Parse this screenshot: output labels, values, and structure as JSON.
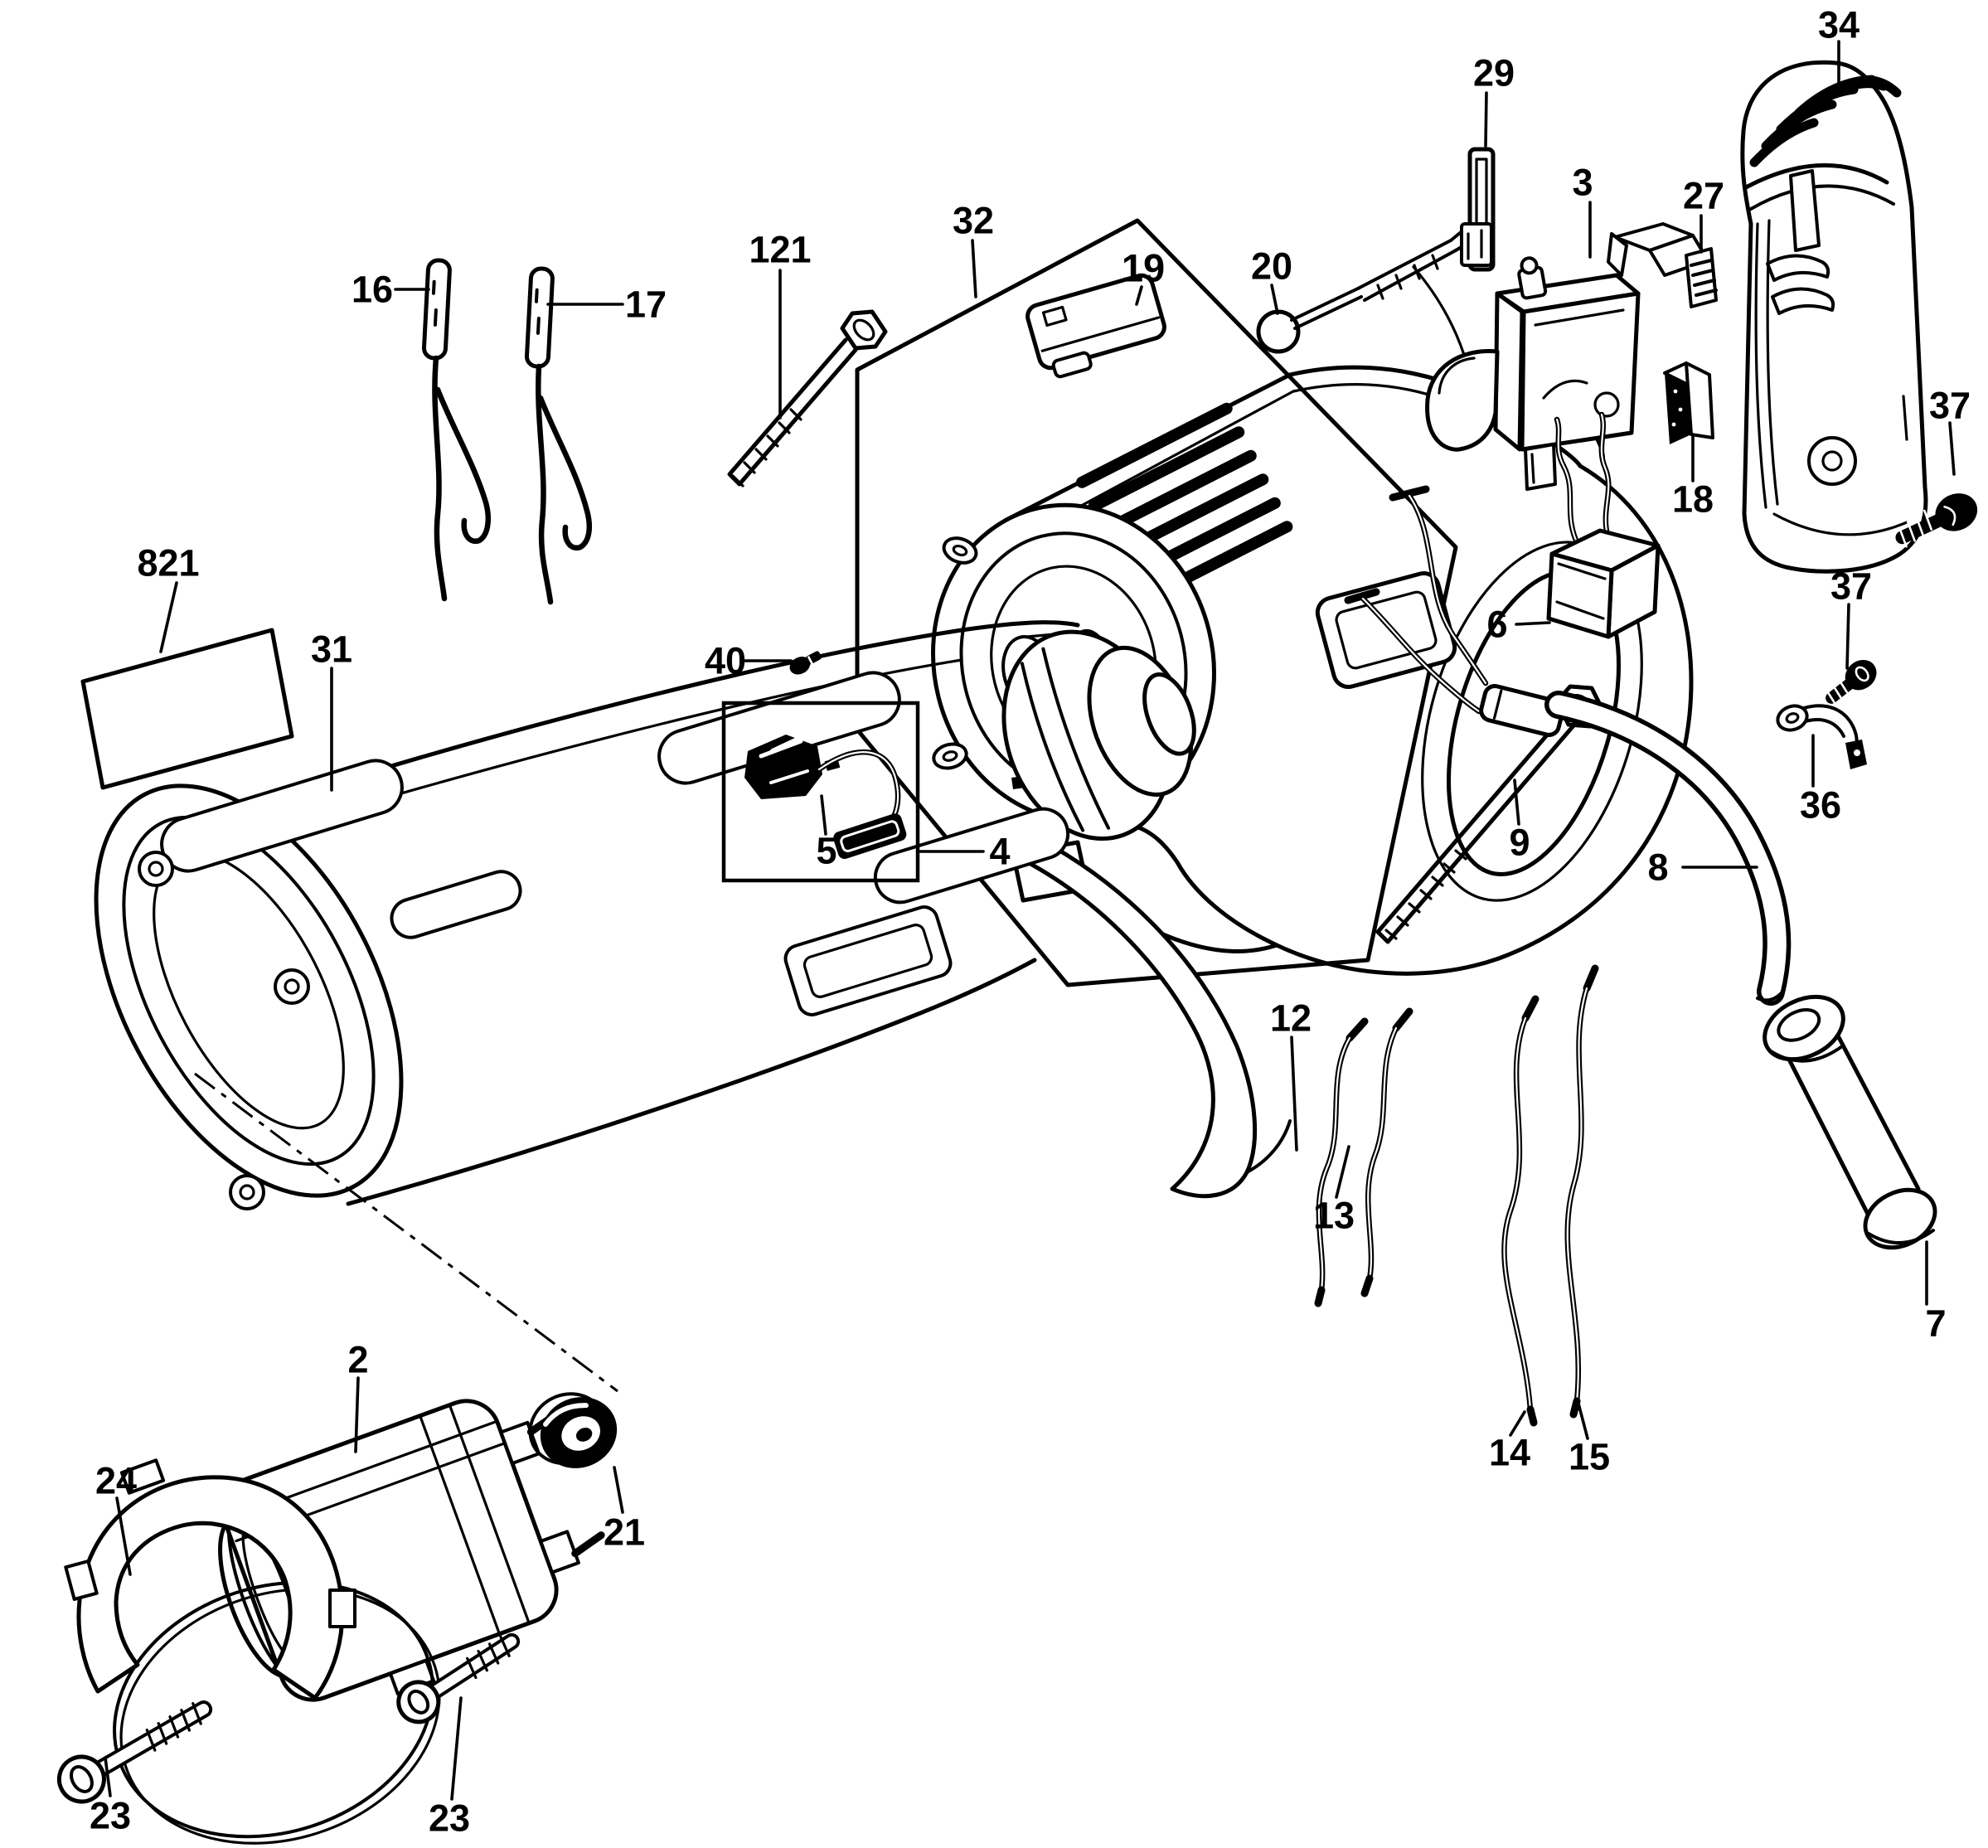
{
  "figure": {
    "background": "#ffffff",
    "line_color": "#000000"
  },
  "callouts": [
    {
      "id": "34",
      "label": "34"
    },
    {
      "id": "29",
      "label": "29"
    },
    {
      "id": "3",
      "label": "3"
    },
    {
      "id": "27",
      "label": "27"
    },
    {
      "id": "37-upper",
      "label": "37"
    },
    {
      "id": "121",
      "label": "121"
    },
    {
      "id": "32",
      "label": "32"
    },
    {
      "id": "19",
      "label": "19"
    },
    {
      "id": "20",
      "label": "20"
    },
    {
      "id": "16",
      "label": "16"
    },
    {
      "id": "17",
      "label": "17"
    },
    {
      "id": "821",
      "label": "821"
    },
    {
      "id": "31",
      "label": "31"
    },
    {
      "id": "40",
      "label": "40"
    },
    {
      "id": "5",
      "label": "5"
    },
    {
      "id": "4",
      "label": "4"
    },
    {
      "id": "6",
      "label": "6"
    },
    {
      "id": "18",
      "label": "18"
    },
    {
      "id": "9",
      "label": "9"
    },
    {
      "id": "37-lower",
      "label": "37"
    },
    {
      "id": "36",
      "label": "36"
    },
    {
      "id": "8",
      "label": "8"
    },
    {
      "id": "12",
      "label": "12"
    },
    {
      "id": "13",
      "label": "13"
    },
    {
      "id": "14",
      "label": "14"
    },
    {
      "id": "15",
      "label": "15"
    },
    {
      "id": "7",
      "label": "7"
    },
    {
      "id": "2",
      "label": "2"
    },
    {
      "id": "24",
      "label": "24"
    },
    {
      "id": "21",
      "label": "21"
    },
    {
      "id": "23-left",
      "label": "23"
    },
    {
      "id": "23-right",
      "label": "23"
    }
  ]
}
